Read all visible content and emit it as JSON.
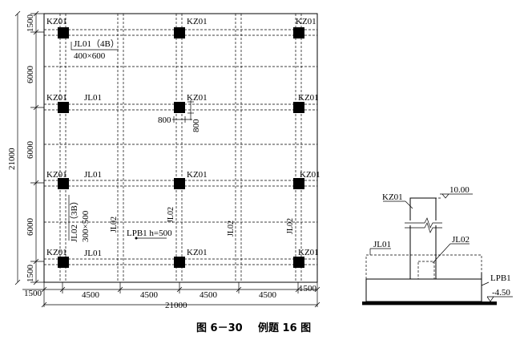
{
  "plan": {
    "column_label": "KZ01",
    "beam_x_label": "JL01",
    "beam_y_label": "JL02",
    "jl01_callout": "JL01（4B）",
    "jl01_size": "400×600",
    "jl02_callout": "JL02（3B）",
    "jl02_size": "300×500",
    "slab_label": "LPB1 h=500",
    "col_dim_x": "800",
    "col_dim_y": "800",
    "dims_bottom": [
      "1500",
      "4500",
      "4500",
      "4500",
      "4500",
      "1500"
    ],
    "dim_total_bottom": "21000",
    "dims_left": [
      "1500",
      "6000",
      "6000",
      "6000",
      "1500"
    ],
    "dim_total_left": "21000"
  },
  "section": {
    "column_label": "KZ01",
    "beam1_label": "JL01",
    "beam2_label": "JL02",
    "slab_label": "LPB1",
    "elev_top": "10.00",
    "elev_bottom": "-4.50"
  },
  "caption": {
    "figure": "图 6－30",
    "title": "例题 16 图"
  }
}
